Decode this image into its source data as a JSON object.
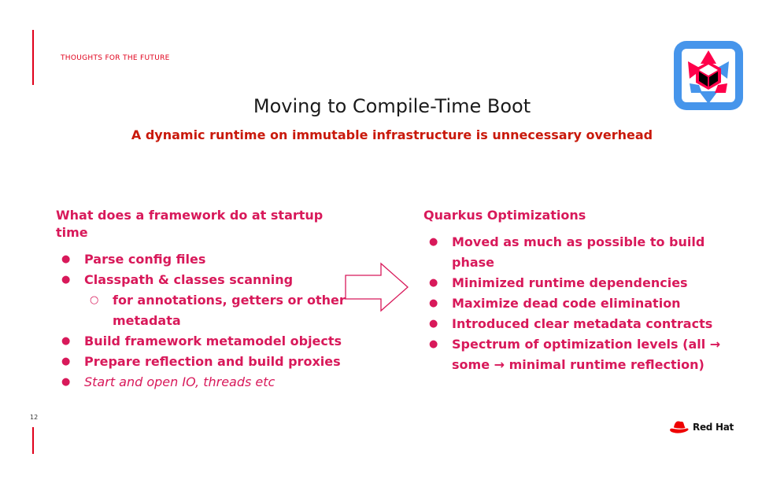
{
  "slide": {
    "kicker": "THOUGHTS FOR THE FUTURE",
    "title": "Moving to Compile-Time Boot",
    "subtitle": "A dynamic runtime on immutable infrastructure is unnecessary overhead",
    "page_number": "12"
  },
  "left_column": {
    "heading": "What does a framework do at startup time",
    "items": [
      "Parse config files",
      "Classpath & classes scanning",
      "Build framework metamodel objects",
      "Prepare reflection and build proxies",
      "Start and open IO, threads etc"
    ],
    "subitems": [
      "for annotations, getters or other metadata"
    ]
  },
  "right_column": {
    "heading": "Quarkus Optimizations",
    "items": [
      "Moved as much as possible to build phase",
      "Minimized runtime dependencies",
      "Maximize dead code elimination",
      "Introduced clear metadata contracts",
      "Spectrum of optimization levels (all → some → minimal  runtime reflection)"
    ]
  },
  "logos": {
    "top_right": "quarkus-logo-icon",
    "bottom_right_wordmark": "Red Hat"
  },
  "colors": {
    "accent_red": "#e0001b",
    "bullet_pink": "#d8195a",
    "subtitle_red": "#c9190b"
  }
}
